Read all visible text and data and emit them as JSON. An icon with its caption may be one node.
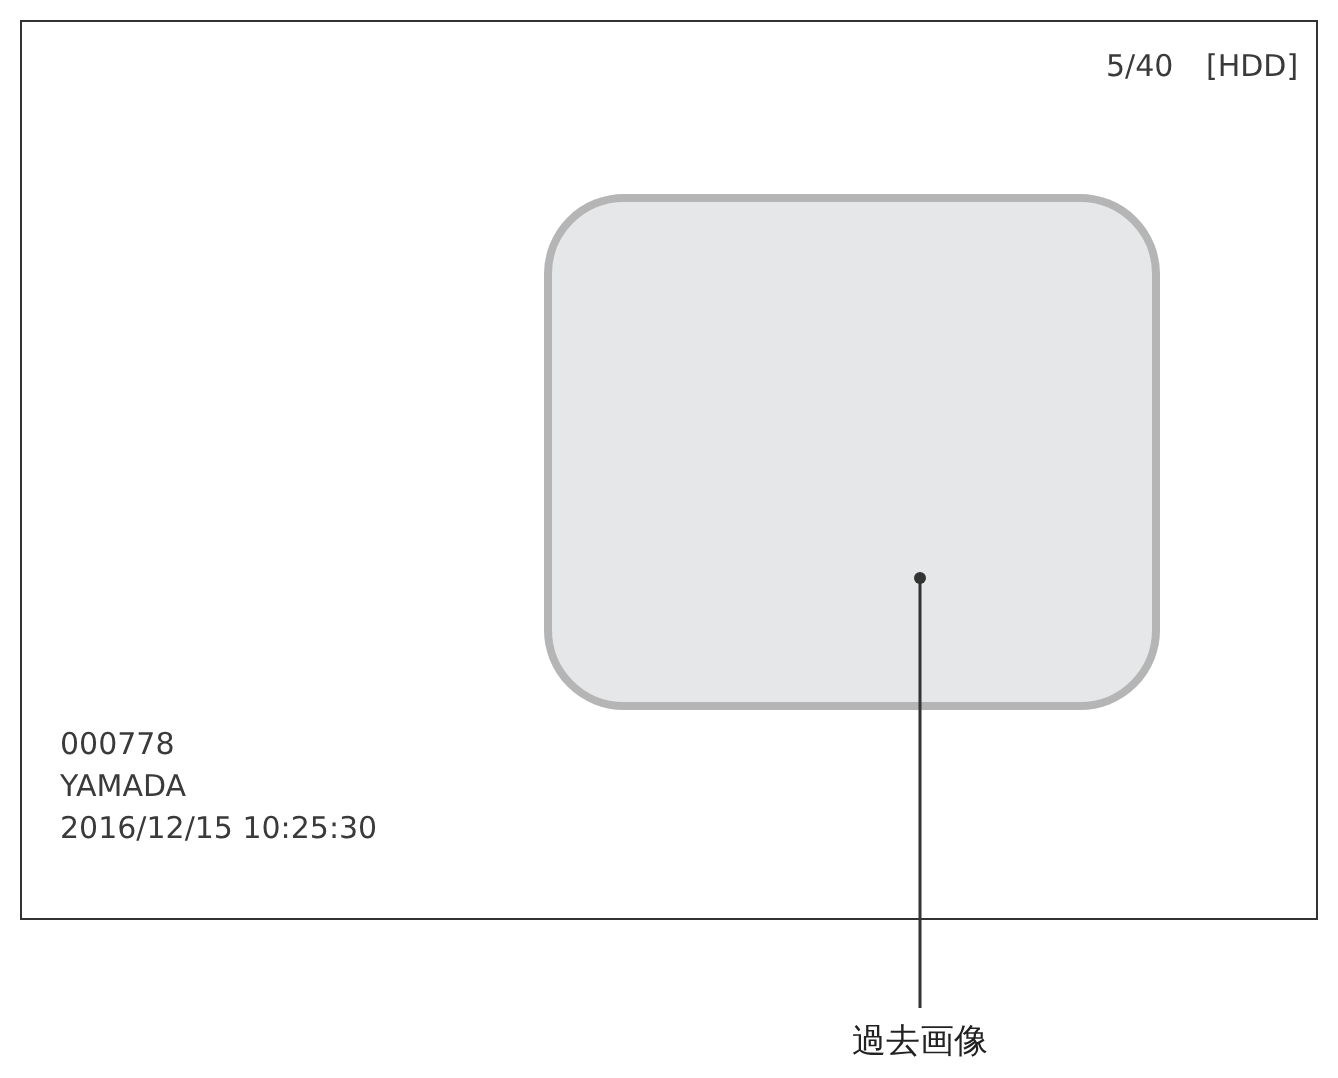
{
  "diagram": {
    "nodes": [
      {
        "text": [],
        "shape": "box"
      },
      {
        "text": [
          "過去画像"
        ]
      }
    ],
    "edges": [
      {
        "from": 1,
        "to": 0,
        "arrow": "other"
      }
    ],
    "labels": [
      "5/40",
      "[HDD]",
      "000778",
      "YAMADA",
      "2016/12/15 10:25:30"
    ]
  }
}
